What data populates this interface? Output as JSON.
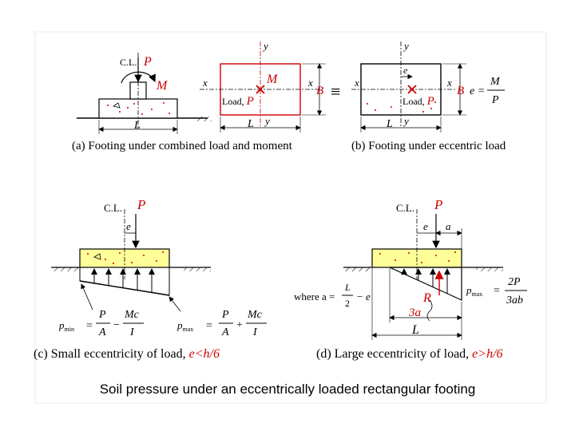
{
  "colors": {
    "line": "#000000",
    "annotation": "#cc0000",
    "concrete_fill": "#ffff99",
    "speckle": "#cc0000",
    "caption_text": "#000000"
  },
  "panel_a": {
    "caption": "(a) Footing under combined load and moment",
    "cl": "C.L.",
    "load_p": "P",
    "moment_m": "M",
    "plan_m": "M",
    "length_l": "L",
    "plan_length_l": "L",
    "axis_x_left": "x",
    "axis_x_right": "x",
    "axis_y_top": "y",
    "axis_y_bottom": "y",
    "width_b": "B",
    "load_label": "Load, ",
    "load_label_p": "P"
  },
  "equiv_symbol": "≡",
  "panel_b": {
    "caption": "(b) Footing under eccentric load",
    "axis_x_left": "x",
    "axis_x_right": "x",
    "axis_y_top": "y",
    "axis_y_bottom": "y",
    "ecc_e": "e",
    "width_b": "B",
    "load_label": "Load, ",
    "load_label_p": "P",
    "length_l": "L",
    "formula_lhs": "e =",
    "formula_num": "M",
    "formula_den": "P"
  },
  "panel_c": {
    "caption_main": "(c) Small eccentricity of load, ",
    "caption_cond": "e<h/6",
    "cl": "C.L.",
    "load_p": "P",
    "ecc_e": "e",
    "pmin_label": "p",
    "pmin_sub": "min",
    "pmax_label": "p",
    "pmax_sub": "max",
    "eq": "=",
    "frac_p_num": "P",
    "frac_p_den": "A",
    "minus": "−",
    "plus": "+",
    "frac_mc_num": "Mc",
    "frac_mc_den": "I"
  },
  "panel_d": {
    "caption_main": "(d) Large eccentricity of load, ",
    "caption_cond": "e>h/6",
    "cl": "C.L.",
    "load_p": "P",
    "ecc_e": "e",
    "dist_a": "a",
    "resultant_r": "R",
    "dist_3a": "3a",
    "length_l": "L",
    "where_text": "where  a =",
    "where_num": "L",
    "where_den": "2",
    "where_tail": "− e",
    "pmax_label": "p",
    "pmax_sub": "max",
    "eq": "=",
    "pmax_num": "2P",
    "pmax_den": "3ab"
  },
  "caption": "Soil pressure under an eccentrically loaded rectangular footing"
}
